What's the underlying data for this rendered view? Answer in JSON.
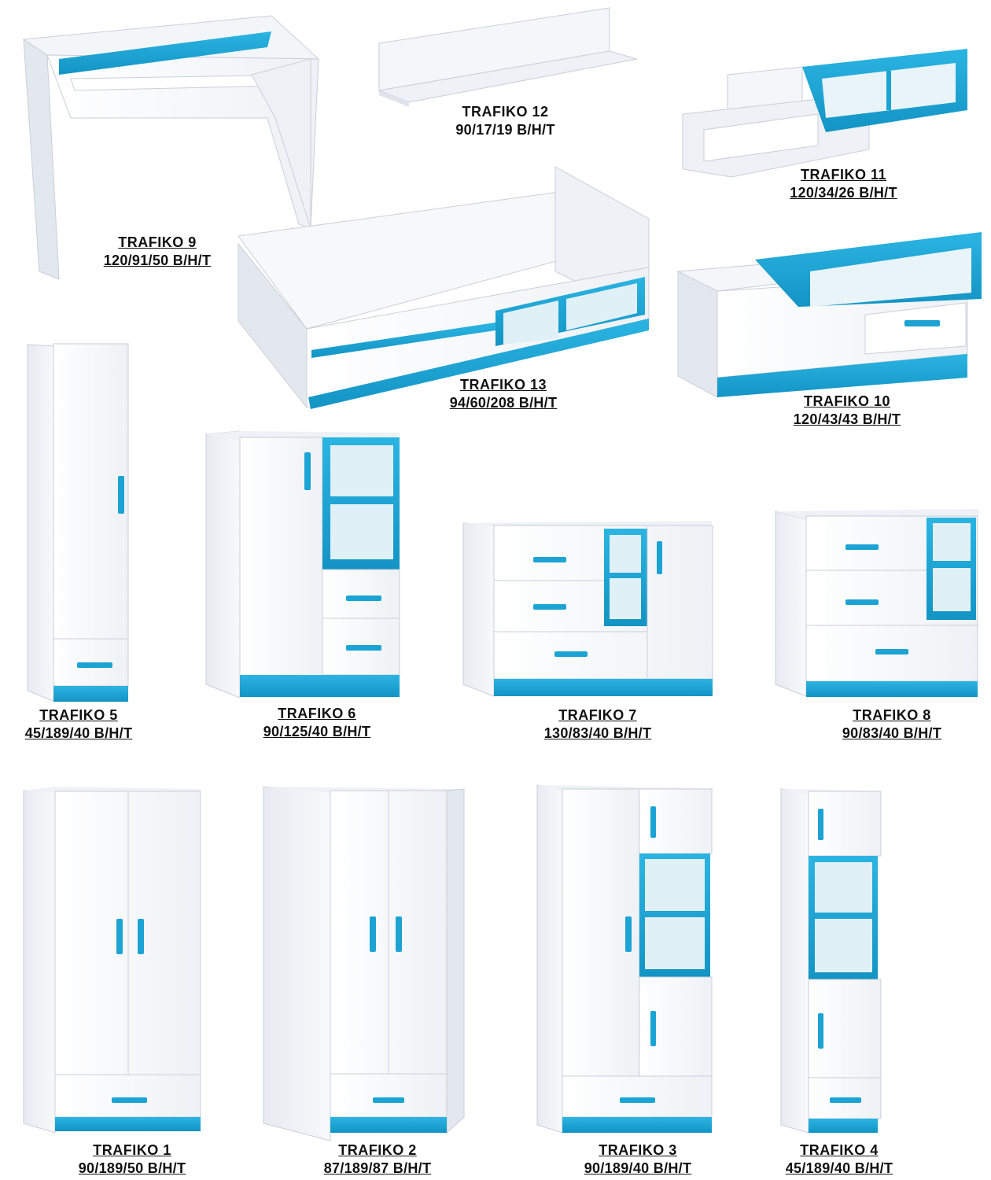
{
  "products": [
    {
      "name": "TRAFIKO 9",
      "dims": "120/91/50 B/H/T"
    },
    {
      "name": "TRAFIKO 12",
      "dims": "90/17/19 B/H/T"
    },
    {
      "name": "TRAFIKO 11",
      "dims": "120/34/26 B/H/T"
    },
    {
      "name": "TRAFIKO 13",
      "dims": "94/60/208 B/H/T"
    },
    {
      "name": "TRAFIKO 10",
      "dims": "120/43/43 B/H/T"
    },
    {
      "name": "TRAFIKO 5",
      "dims": "45/189/40 B/H/T"
    },
    {
      "name": "TRAFIKO 6",
      "dims": "90/125/40 B/H/T"
    },
    {
      "name": "TRAFIKO 7",
      "dims": "130/83/40 B/H/T"
    },
    {
      "name": "TRAFIKO 8",
      "dims": "90/83/40 B/H/T"
    },
    {
      "name": "TRAFIKO 1",
      "dims": "90/189/50 B/H/T"
    },
    {
      "name": "TRAFIKO 2",
      "dims": "87/189/87 B/H/T"
    },
    {
      "name": "TRAFIKO 3",
      "dims": "90/189/40 B/H/T"
    },
    {
      "name": "TRAFIKO 4",
      "dims": "45/189/40 B/H/T"
    }
  ],
  "colors": {
    "body": "#f4f6f9",
    "edge": "#c9cfd8",
    "accent": "#1ba3d4",
    "accent_dark": "#0f7fa8",
    "text": "#111111"
  }
}
